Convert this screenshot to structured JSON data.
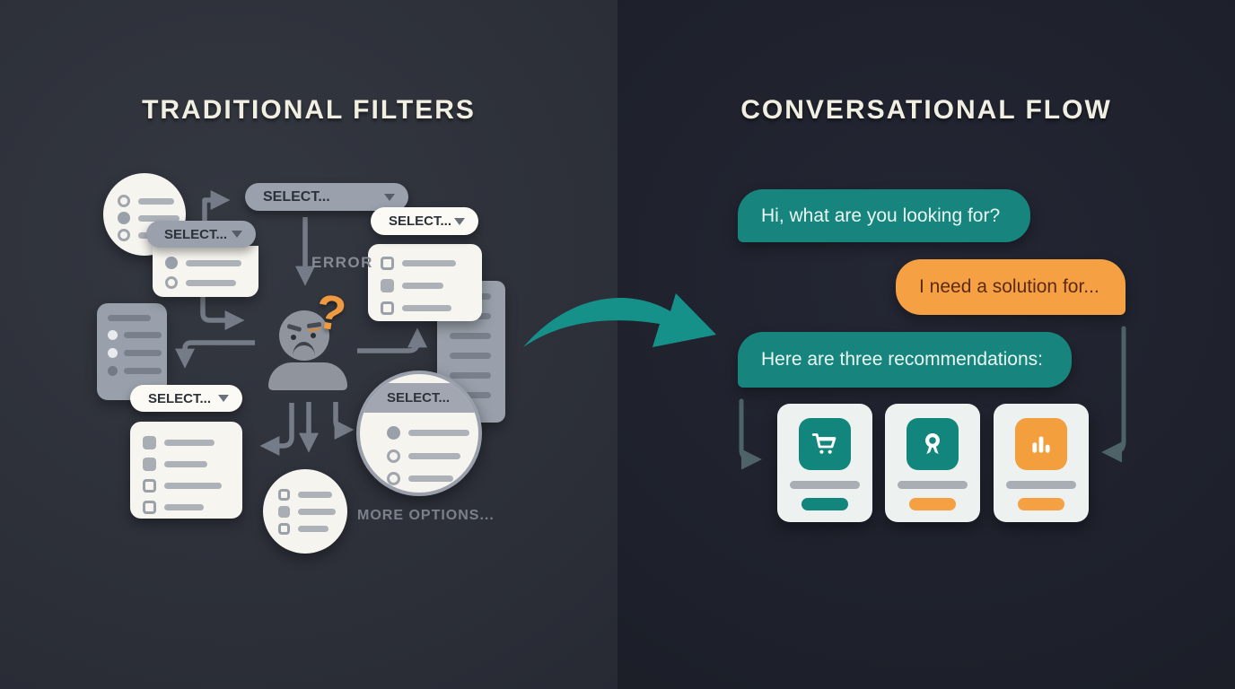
{
  "panels": {
    "left": {
      "title": "TRADITIONAL FILTERS",
      "dropdown_label": "SELECT...",
      "error_label": "ERROR",
      "more_options_label": "MORE OPTIONS...",
      "question_mark": "?"
    },
    "right": {
      "title": "CONVERSATIONAL FLOW",
      "messages": [
        {
          "sender": "assistant",
          "text": "Hi, what are you looking for?",
          "bubble_color": "#17857d"
        },
        {
          "sender": "user",
          "text": "I need a solution for...",
          "bubble_color": "#f5a143"
        },
        {
          "sender": "assistant",
          "text": "Here are three recommendations:",
          "bubble_color": "#17857d"
        }
      ],
      "recommendation_cards": [
        {
          "icon": "shopping-cart-icon",
          "icon_bg": "#12867d",
          "accent_pill": "#12867d"
        },
        {
          "icon": "award-ribbon-icon",
          "icon_bg": "#12867d",
          "accent_pill": "#f5a143"
        },
        {
          "icon": "bar-chart-icon",
          "icon_bg": "#f49f3e",
          "accent_pill": "#f5a143"
        }
      ]
    }
  },
  "colors": {
    "left_background": "#2e313a",
    "right_background": "#1e212b",
    "teal_accent": "#17857d",
    "orange_accent": "#f5a143",
    "transition_arrow": "#16918a",
    "flow_arrow_gray": "#767c87",
    "flow_arrow_slate": "#4e6367",
    "title_text": "#f1eee2"
  }
}
